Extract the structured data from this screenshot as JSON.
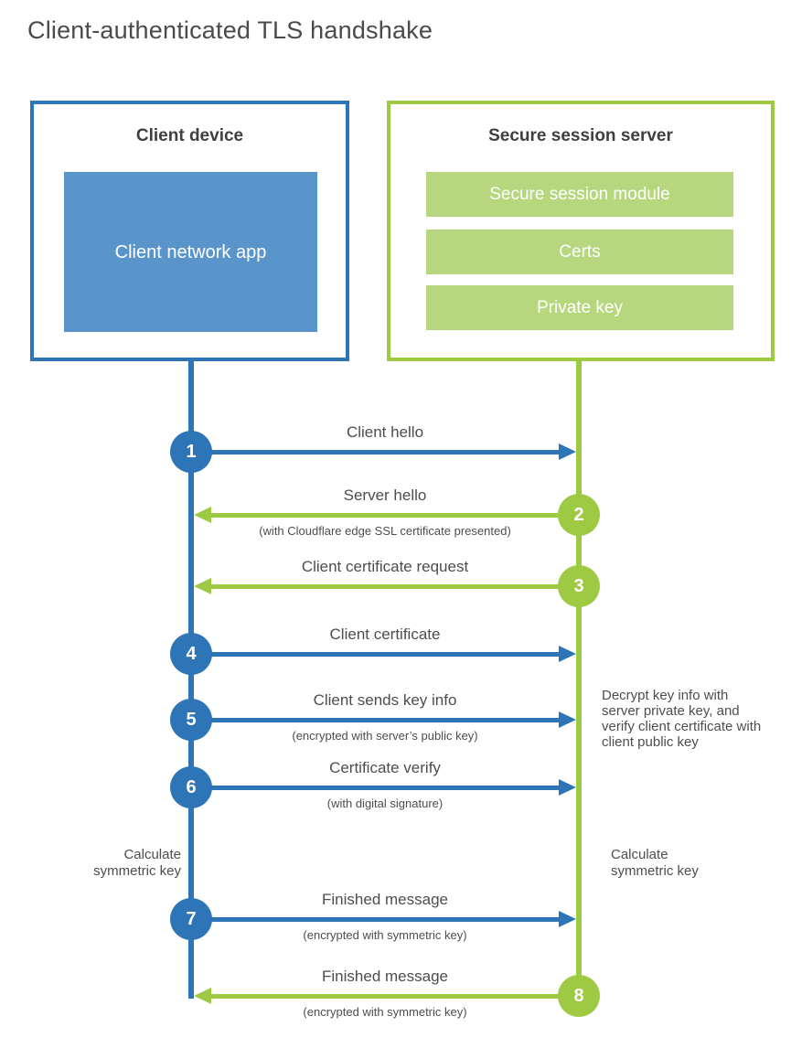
{
  "title": "Client-authenticated TLS handshake",
  "colors": {
    "blue": "#2e75b8",
    "blue_fill": "#5995cb",
    "green": "#9dc943",
    "green_fill": "#b6d77e",
    "heading_text": "#3f3f3f",
    "label_text": "#4d4d4d"
  },
  "client": {
    "title": "Client device",
    "inner_label": "Client network app"
  },
  "server": {
    "title": "Secure session server",
    "modules": [
      {
        "label": "Secure session module"
      },
      {
        "label": "Certs"
      },
      {
        "label": "Private key"
      }
    ]
  },
  "steps": [
    {
      "num": "1",
      "label": "Client hello",
      "sublabel": "",
      "direction": "right",
      "from": "client"
    },
    {
      "num": "2",
      "label": "Server hello",
      "sublabel": "(with Cloudflare edge SSL certificate presented)",
      "direction": "left",
      "from": "server"
    },
    {
      "num": "3",
      "label": "Client certificate request",
      "sublabel": "",
      "direction": "left",
      "from": "server"
    },
    {
      "num": "4",
      "label": "Client certificate",
      "sublabel": "",
      "direction": "right",
      "from": "client"
    },
    {
      "num": "5",
      "label": "Client sends key info",
      "sublabel": "(encrypted with server’s public key)",
      "direction": "right",
      "from": "client"
    },
    {
      "num": "6",
      "label": "Certificate verify",
      "sublabel": "(with digital signature)",
      "direction": "right",
      "from": "client"
    },
    {
      "num": "7",
      "label": "Finished message",
      "sublabel": "(encrypted with symmetric key)",
      "direction": "right",
      "from": "client"
    },
    {
      "num": "8",
      "label": "Finished message",
      "sublabel": "(encrypted with symmetric key)",
      "direction": "left",
      "from": "server"
    }
  ],
  "notes": {
    "decrypt": "Decrypt key info with server private key, and verify client certificate with client public key",
    "calc_left": "Calculate symmetric key",
    "calc_right": "Calculate symmetric key"
  }
}
